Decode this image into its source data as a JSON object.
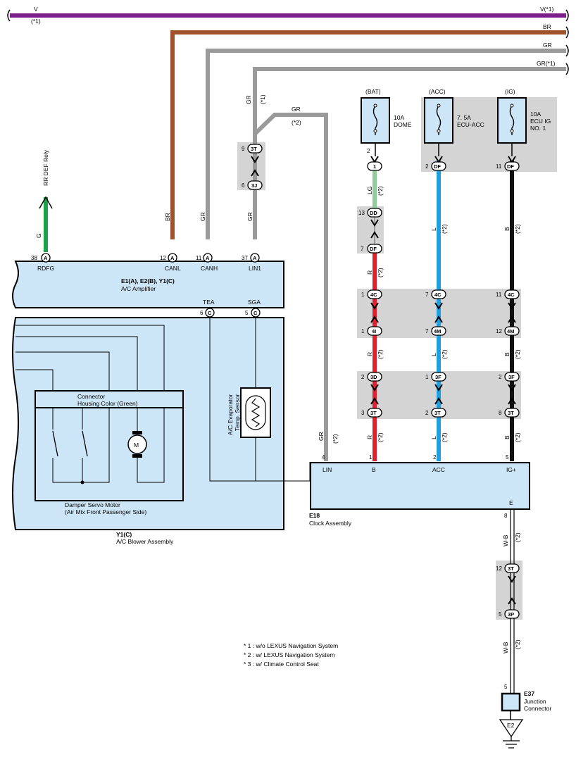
{
  "wires_top": {
    "v_left": "V",
    "v_left_note": "(*1)",
    "v_right": "V(*1)",
    "br_right": "BR",
    "gr_right": "GR",
    "gr1_right": "GR(*1)",
    "gr_vertical": "GR",
    "gr_vertical_note": "(*1)",
    "gr_branch": "GR",
    "gr_branch_note": "(*2)"
  },
  "fuses": {
    "bat": {
      "header": "(BAT)",
      "rating": "10A",
      "name": "DOME"
    },
    "acc": {
      "header": "(ACC)",
      "rating": "7. 5A",
      "name": "ECU-ACC"
    },
    "ig": {
      "header": "(IG)",
      "rating": "10A",
      "name_line1": "ECU IG",
      "name_line2": "NO. 1"
    }
  },
  "relay_label": "RR DEF Rely",
  "amplifier": {
    "title": "E1(A), E2(B), Y1(C)",
    "name": "A/C Amplifier",
    "terminals": [
      "RDFG",
      "CANL",
      "CANH",
      "LIN1",
      "TEA",
      "SGA"
    ]
  },
  "blower": {
    "connector_line1": "Connector",
    "connector_line2": "Housing Color (Green)",
    "motor_symbol": "M",
    "servo_line1": "Damper Servo Motor",
    "servo_line2": "(Air Mix Front Passenger Side)",
    "id": "Y1(C)",
    "name": "A/C Blower Assembly",
    "sensor_line1": "A/C Evaporator",
    "sensor_line2": "Temp. Sensor"
  },
  "clock": {
    "id": "E18",
    "name": "Clock Assembly",
    "terminals": [
      "LIN",
      "B",
      "ACC",
      "IG+",
      "E"
    ]
  },
  "junction": {
    "id": "E37",
    "line1": "Junction",
    "line2": "Connector",
    "ground": "E2"
  },
  "notes": [
    "* 1 : w/o LEXUS Navigation System",
    "* 2 : w/ LEXUS Navigation System",
    "* 3 : w/ Climate Control Seat"
  ],
  "wire_labels": {
    "g": "G",
    "br": "BR",
    "gr_canh": "GR",
    "gr_lin1": "GR",
    "gr_lin": "GR",
    "gr_lin_note": "(*2)",
    "lg": "LG",
    "r": "R",
    "l": "L",
    "b": "B",
    "wb": "W-B",
    "note2": "(*2)"
  },
  "pins": {
    "rdfg": "38",
    "canl": "12",
    "canh": "11",
    "lin1": "37",
    "tea": "6",
    "sga": "5",
    "c9": "9",
    "c6": "6",
    "bat_fuse": "2",
    "bat_1": "",
    "dd": "13",
    "df7": "7",
    "acc_df": "2",
    "ig_df": "11",
    "c4c_b": "1",
    "c4c_acc": "7",
    "c4c_ig": "11",
    "c4i": "1",
    "c4m_acc": "7",
    "c4m_ig": "12",
    "c3d": "2",
    "c3f_acc": "1",
    "c3f_ig": "2",
    "c3t_b": "3",
    "c3t_acc": "2",
    "c3t_ig": "8",
    "clk_lin": "4",
    "clk_b": "1",
    "clk_acc": "2",
    "clk_ig": "5",
    "clk_e": "8",
    "j3t": "12",
    "j3p": "5",
    "e37": "5"
  },
  "connector_codes": {
    "a": "A",
    "c": "C",
    "t3": "3T",
    "j3": "3J",
    "one": "1",
    "dd": "DD",
    "df": "DF",
    "c4c": "4C",
    "c4i": "4I",
    "c4m": "4M",
    "c3d": "3D",
    "c3f": "3F",
    "c3t": "3T",
    "c3p": "3P"
  },
  "colors": {
    "violet": "#7b1f8a",
    "brown": "#a0522d",
    "gray": "#9a9a9a",
    "green": "#1aa34a",
    "lightgreen": "#8fce9a",
    "red": "#e0202f",
    "blue": "#1e9fe0",
    "black": "#111111",
    "component": "#cde6f7",
    "shade": "#d4d4d4"
  }
}
